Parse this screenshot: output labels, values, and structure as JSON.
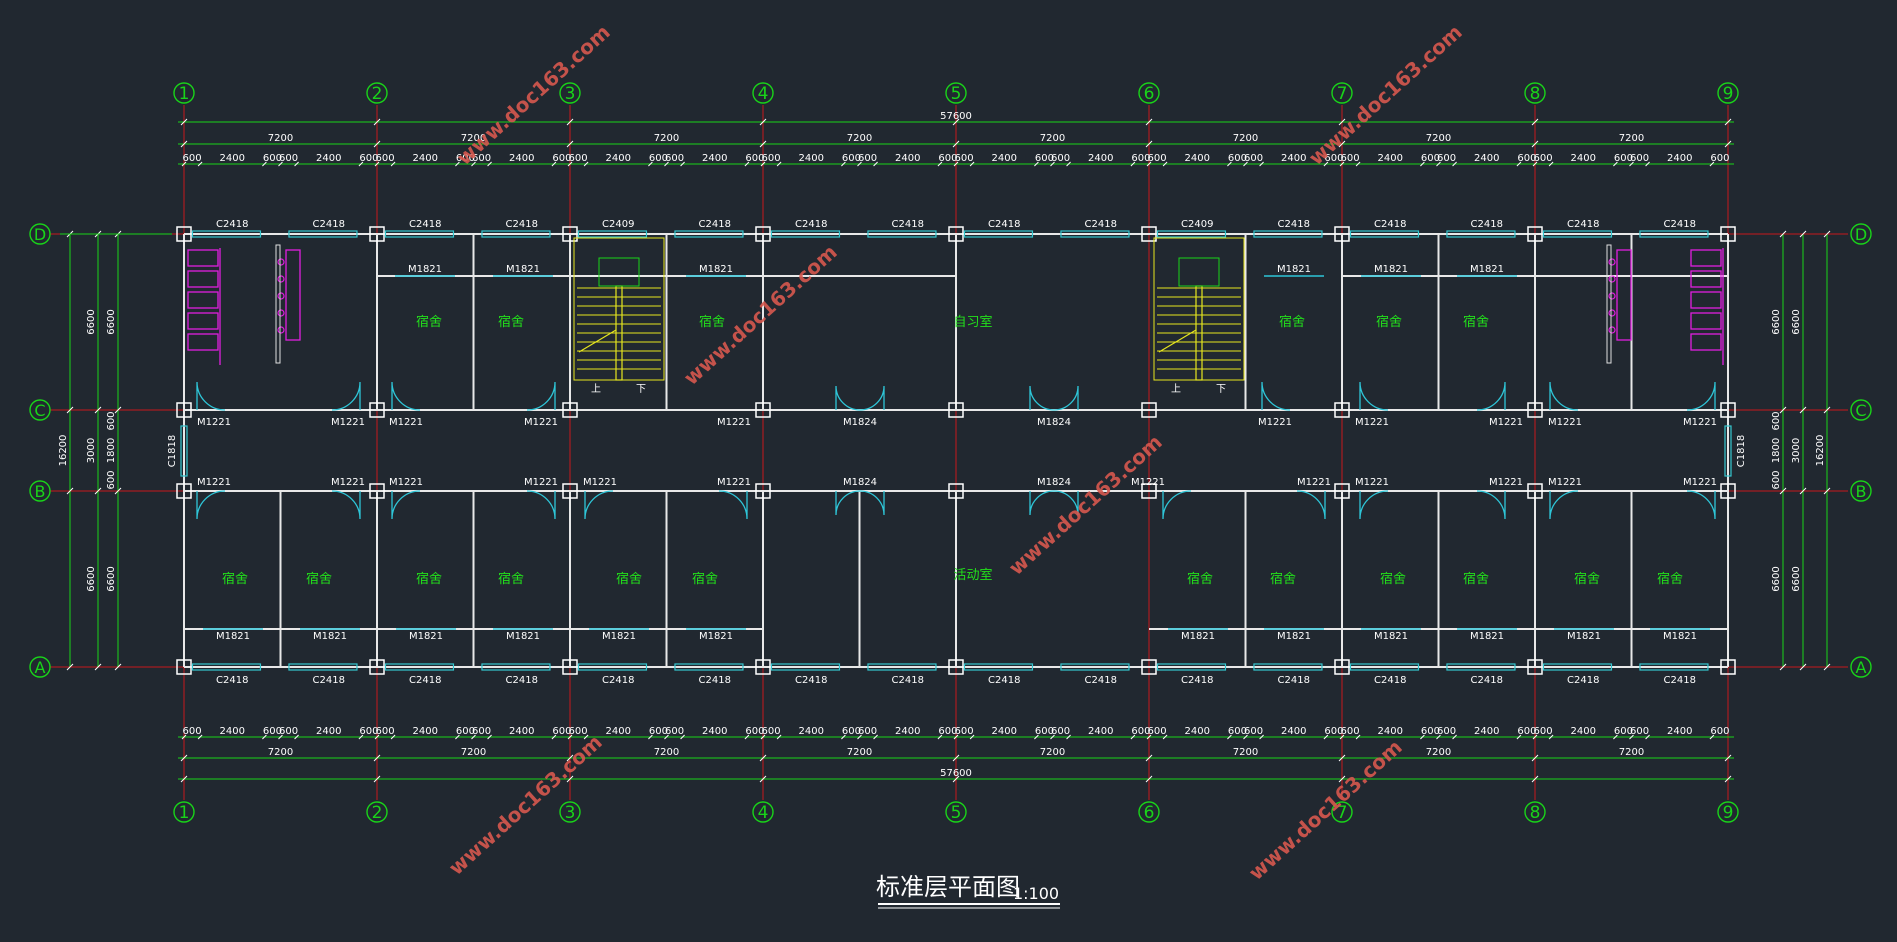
{
  "colors": {
    "background": "#212830",
    "axis": "#c8181b",
    "dim": "#19d419",
    "wall": "#ffffff",
    "window": "#36c7d0",
    "room_text": "#22e01b",
    "door": "#2ec6d8",
    "fixture": "#e01ee0",
    "stair": "#e6e61e",
    "watermark": "#d7584f",
    "label": "#ffffff"
  },
  "grid": {
    "columns": [
      "1",
      "2",
      "3",
      "4",
      "5",
      "6",
      "7",
      "8",
      "9"
    ],
    "rows": [
      "A",
      "B",
      "C",
      "D"
    ]
  },
  "dims": {
    "overall": "57600",
    "bay": "7200",
    "segments": [
      "600",
      "2400",
      "600",
      "600",
      "2400",
      "600"
    ],
    "left_outer": [
      "6600",
      "3000",
      "6600"
    ],
    "left_inner": [
      "6600",
      "600",
      "1800",
      "600",
      "6600"
    ],
    "total_depth": "16200"
  },
  "windows": {
    "standard": "C2418",
    "stair": "C2409",
    "end": "C1818"
  },
  "doors": {
    "room": "M1221",
    "closet": "M1821",
    "hall": "M1824"
  },
  "rooms": {
    "dorm": "宿舍",
    "study": "自习室",
    "activity": "活动室"
  },
  "stairs": {
    "up": "上",
    "down": "下"
  },
  "title": {
    "main": "标准层平面图",
    "scale": "1:100"
  },
  "watermark": "www.doc163.com"
}
